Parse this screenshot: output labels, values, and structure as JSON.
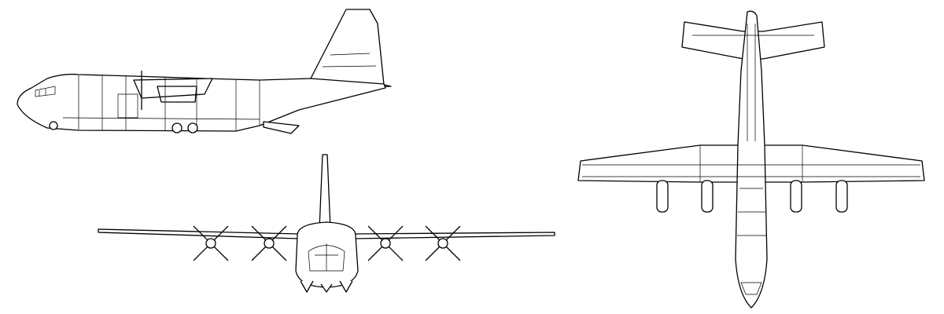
{
  "drawing": {
    "views": [
      "side",
      "front",
      "top"
    ],
    "colors": {
      "line": "#000000",
      "background": "#ffffff"
    }
  }
}
